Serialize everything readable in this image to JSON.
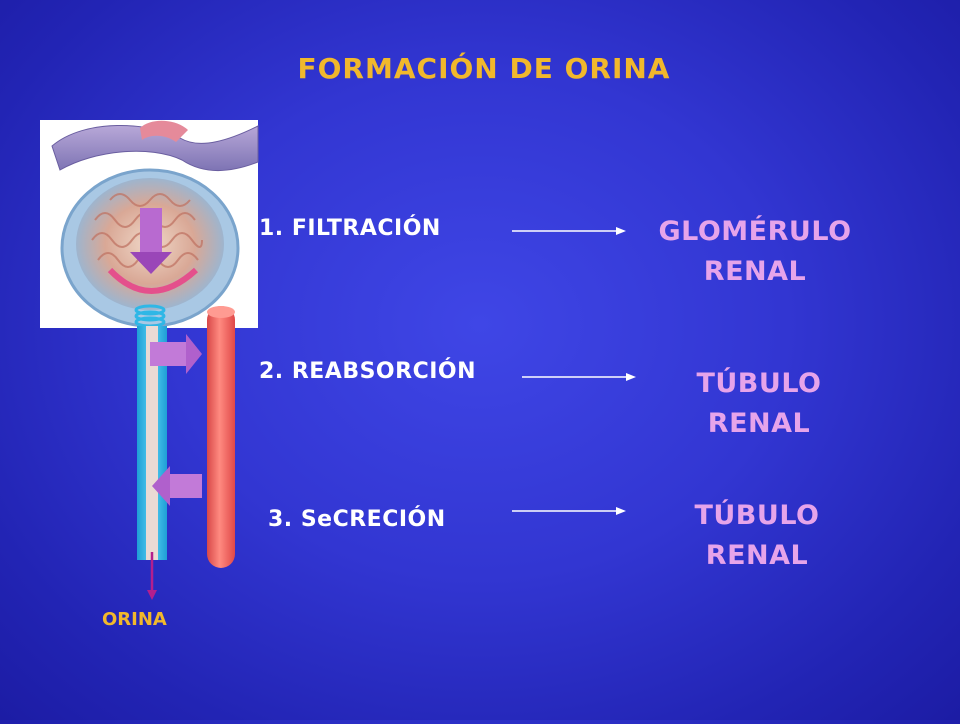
{
  "title": "FORMACIÓN DE ORINA",
  "steps": [
    {
      "label": "1. FILTRACIÓN",
      "result_line1": "GLOMÉRULO",
      "result_line2": "RENAL"
    },
    {
      "label": "2. REABSORCIÓN",
      "result_line1": "TÚBULO",
      "result_line2": "RENAL"
    },
    {
      "label": "3. SeCRECIÓN",
      "result_line1": "TÚBULO",
      "result_line2": "RENAL"
    }
  ],
  "diagram": {
    "output_label": "ORINA",
    "colors": {
      "title": "#f1b82c",
      "result": "#e6a4ea",
      "vessel": "#f06060",
      "tubule": "#2fb7e6",
      "arrow": "#b86ad0"
    }
  }
}
